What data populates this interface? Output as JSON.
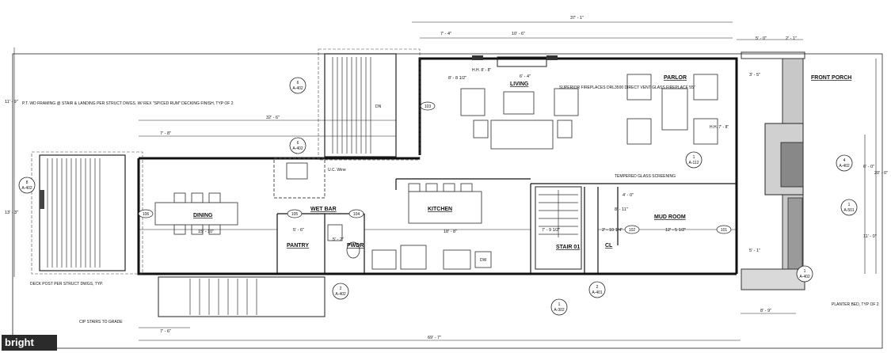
{
  "rooms": {
    "living": "LIVING",
    "parlor": "PARLOR",
    "dining": "DINING",
    "wet_bar": "WET BAR",
    "kitchen": "KITCHEN",
    "stair": "STAIR 01",
    "mud_room": "MUD ROOM",
    "pantry": "PANTRY",
    "pwdr": "PWDR",
    "cl": "CL",
    "front_porch": "FRONT PORCH"
  },
  "dimensions": {
    "overall_top": "37' - 1\"",
    "top_a": "7' - 4\"",
    "top_b": "10' - 6\"",
    "top_right_a": "5' - 0\"",
    "top_right_b": "2' - 1\"",
    "living_a": "8' - 8 1/2\"",
    "living_b": "6' - 4\"",
    "deck_width": "32' - 6\"",
    "deck_small": "7' - 8\"",
    "dining_width": "15' - 10\"",
    "kitchen_width": "18' - 8\"",
    "stair_width": "7' - 9 1/2\"",
    "hall_width": "2' - 10 1/4\"",
    "mud_width": "12' - 5 1/2\"",
    "pantry_width": "5' - 6\"",
    "pwdr_width": "5' - 2\"",
    "left_a": "11' - 9\"",
    "left_b": "13' - 3\"",
    "right_a": "6' - 0\"",
    "right_b": "3' - 5\"",
    "right_c": "5' - 1\"",
    "right_d": "8' - 11\"",
    "right_e": "11' - 0\"",
    "right_total": "20' - 0\"",
    "bottom_a": "7' - 6\"",
    "bottom_total": "69' - 7\"",
    "bottom_right": "8' - 9\"",
    "mud_small": "4' - 0\""
  },
  "notes": {
    "deck_framing": "P.T. WD FRAMING @ STAIR & LANDING PER STRUCT DWGS. W/ REX \"SPICED RUM\" DECKING FINISH, TYP OF 2",
    "fireplace": "SUPERIOR FIREPLACES DRL3500 DIRECT VENT GLASS FIREPLACE 55\"",
    "tempered_glass": "TEMPERED GLASS SCREENING",
    "deck_post": "DECK POST PER STRUCT DWGS, TYP.",
    "stairs_grade": "CIP STAIRS TO GRADE",
    "planter": "PLANTER BED, TYP OF 2",
    "wine": "U.C. Wine",
    "hh_label": "H.H. 8' - 8\"",
    "hh_label_b": "H.H. 7' - 8\"",
    "dn_label": "DN",
    "dw_label": "DW"
  },
  "door_tags": [
    "103",
    "106",
    "105",
    "104",
    "102",
    "101"
  ],
  "section_tags": [
    "A-402",
    "A-402",
    "A-402",
    "A-402",
    "A-112",
    "A-501",
    "A-402",
    "A-401",
    "A-302",
    "A-402"
  ],
  "section_nums": [
    "6",
    "6",
    "8",
    "2",
    "1",
    "1",
    "4",
    "2",
    "1",
    "1"
  ],
  "watermark": "bright",
  "colors": {
    "line": "#111111",
    "porch_fill": "#bdbdbd",
    "planter_fill": "#9a9a9a"
  }
}
